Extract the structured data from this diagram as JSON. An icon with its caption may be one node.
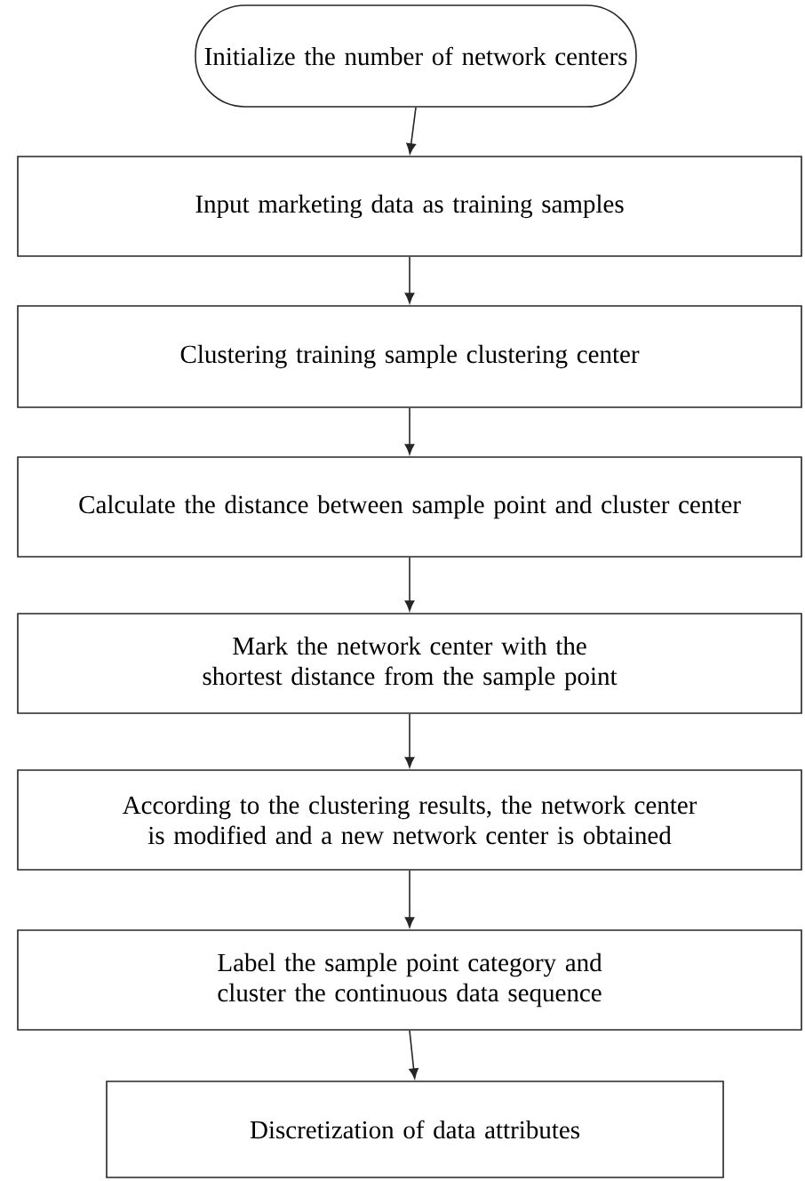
{
  "diagram": {
    "nodes": [
      {
        "text": [
          "Initialize the number of network centers"
        ]
      },
      {
        "text": [
          "Input marketing data as training samples"
        ]
      },
      {
        "text": [
          "Clustering training sample clustering center"
        ]
      },
      {
        "text": [
          "Calculate the distance between sample point and cluster center"
        ]
      },
      {
        "text": [
          "Mark the network center with the shortest distance from the sample point"
        ]
      },
      {
        "text": [
          "According to the clustering results, the network center is modified and a new network center is obtained"
        ]
      },
      {
        "text": [
          "Label the sample point category and cluster the continuous data sequence"
        ]
      },
      {
        "text": [
          "Discretization of data attributes"
        ]
      }
    ],
    "edges": [
      {
        "from": 0,
        "to": 1,
        "arrow": "to"
      },
      {
        "from": 1,
        "to": 2,
        "arrow": "to"
      },
      {
        "from": 2,
        "to": 3,
        "arrow": "to"
      },
      {
        "from": 3,
        "to": 4,
        "arrow": "to"
      },
      {
        "from": 4,
        "to": 5,
        "arrow": "to"
      },
      {
        "from": 5,
        "to": 6,
        "arrow": "to"
      },
      {
        "from": 6,
        "to": 7,
        "arrow": "to"
      }
    ]
  }
}
